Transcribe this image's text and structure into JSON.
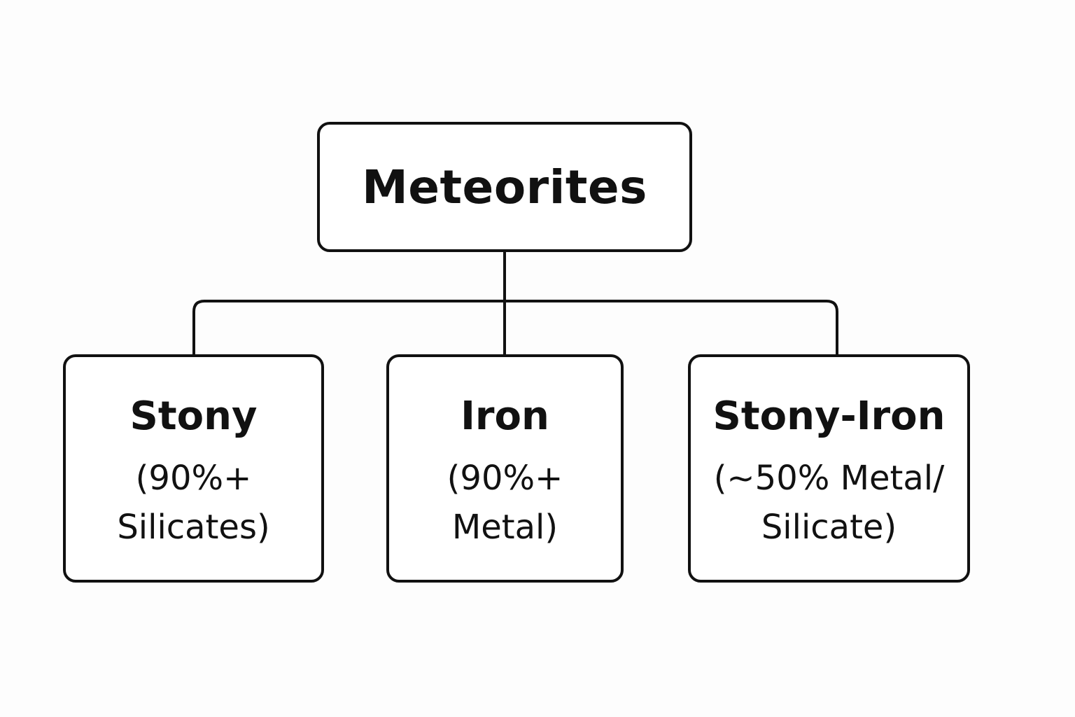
{
  "diagram": {
    "root": {
      "label": "Meteorites"
    },
    "children": [
      {
        "name": "Stony",
        "description": "(90%+\nSilicates)"
      },
      {
        "name": "Iron",
        "description": "(90%+\nMetal)"
      },
      {
        "name": "Stony-Iron",
        "description": "(~50% Metal/\nSilicate)"
      }
    ],
    "colors": {
      "stroke": "#111111",
      "background": "#fdfdfd",
      "box_fill": "#ffffff"
    }
  }
}
